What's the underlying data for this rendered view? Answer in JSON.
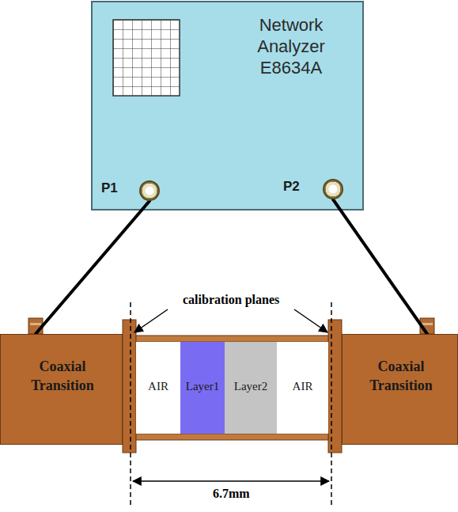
{
  "diagram": {
    "nodes": [
      {
        "text": [
          "Network Analyzer E8634A"
        ]
      },
      {
        "text": [
          "P1"
        ],
        "in": 0
      },
      {
        "text": [
          "P2"
        ],
        "in": 0
      },
      {
        "text": [
          "Coaxial Transition"
        ]
      },
      {
        "text": [
          "AIR"
        ]
      },
      {
        "text": [
          "Layer1"
        ]
      },
      {
        "text": [
          "Layer2"
        ]
      },
      {
        "text": [
          "AIR"
        ]
      },
      {
        "text": [
          "Coaxial Transition"
        ]
      }
    ],
    "edges": [
      {
        "from": 1,
        "to": 3,
        "arrow": "none"
      },
      {
        "from": 2,
        "to": 8,
        "arrow": "none"
      }
    ],
    "labels": [
      "calibration planes",
      "6.7mm"
    ]
  }
}
